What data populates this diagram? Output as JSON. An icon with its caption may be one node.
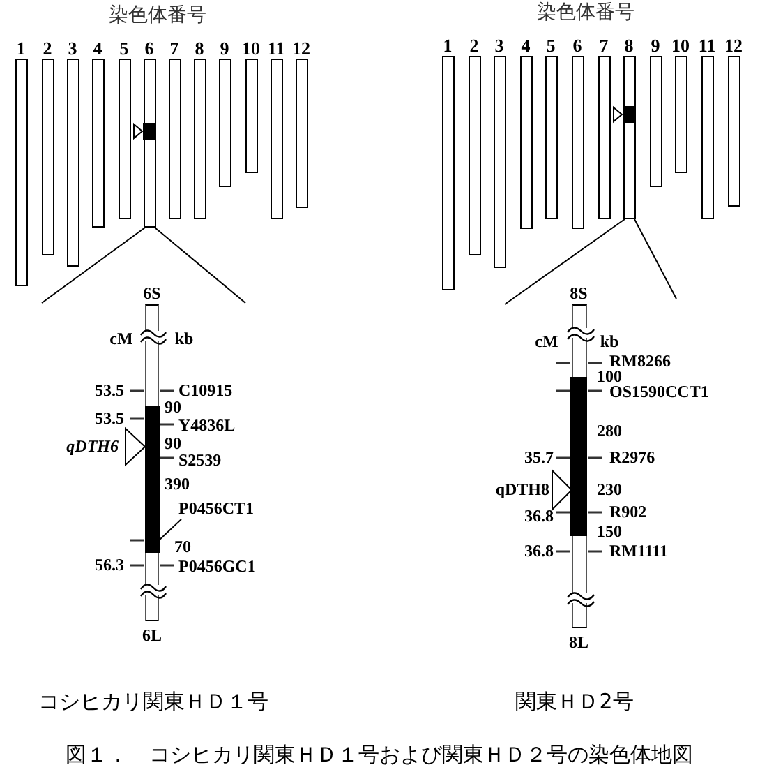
{
  "diagram": {
    "caption": "図１．　コシヒカリ関東ＨＤ１号および関東ＨＤ２号の染色体地図",
    "nodes": [
      {
        "text": [
          "1"
        ]
      },
      {
        "text": [
          "2"
        ]
      },
      {
        "text": [
          "3"
        ]
      },
      {
        "text": [
          "4"
        ]
      },
      {
        "text": [
          "5"
        ]
      },
      {
        "text": [
          "6"
        ]
      },
      {
        "text": [
          "7"
        ]
      },
      {
        "text": [
          "8"
        ]
      },
      {
        "text": [
          "9"
        ]
      },
      {
        "text": [
          "10"
        ]
      },
      {
        "text": [
          "11"
        ]
      },
      {
        "text": [
          "12"
        ]
      },
      {
        "text": [
          "1"
        ]
      },
      {
        "text": [
          "2"
        ]
      },
      {
        "text": [
          "3"
        ]
      },
      {
        "text": [
          "4"
        ]
      },
      {
        "text": [
          "5"
        ]
      },
      {
        "text": [
          "6"
        ]
      },
      {
        "text": [
          "7"
        ]
      },
      {
        "text": [
          "8"
        ]
      },
      {
        "text": [
          "9"
        ]
      },
      {
        "text": [
          "10"
        ]
      },
      {
        "text": [
          "11"
        ]
      },
      {
        "text": [
          "12"
        ]
      },
      {
        "text": [
          "6S",
          "6L"
        ]
      },
      {
        "text": [
          "P0456CT1"
        ]
      },
      {
        "text": [
          "8S",
          "8L"
        ]
      }
    ],
    "edges": [
      {
        "from": 5,
        "to": null,
        "arrow": "none"
      },
      {
        "from": 5,
        "to": null,
        "arrow": "none"
      },
      {
        "from": 19,
        "to": null,
        "arrow": "none"
      },
      {
        "from": 19,
        "to": null,
        "arrow": "none"
      },
      {
        "from": 25,
        "to": 24,
        "arrow": "none"
      }
    ],
    "labels": [
      "染色体番号",
      "染色体番号",
      "cM",
      "kb",
      "53.5",
      "C10915",
      "90",
      "53.5",
      "Y4836L",
      "qDTH6",
      "90",
      "S2539",
      "390",
      "70",
      "56.3",
      "P0456GC1",
      "cM",
      "kb",
      "RM8266",
      "100",
      "OS1590CCT1",
      "280",
      "35.7",
      "R2976",
      "qDTH8",
      "230",
      "36.8",
      "R902",
      "150",
      "36.8",
      "RM1111",
      "コシヒカリ関東ＨＤ１号",
      "関東ＨＤ2号"
    ]
  }
}
